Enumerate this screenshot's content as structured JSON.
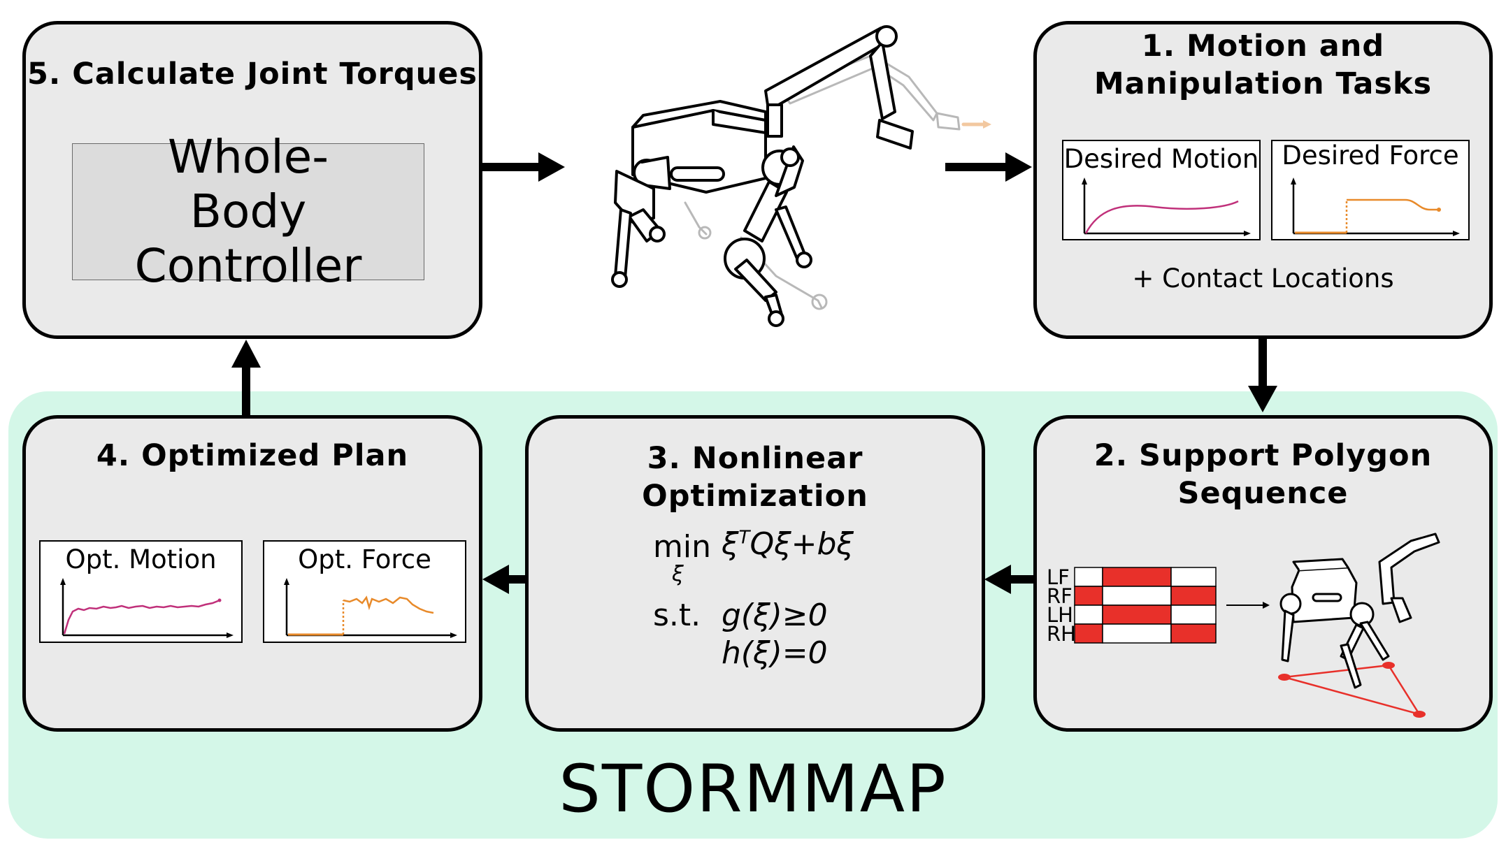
{
  "framework_label": "STORMMAP",
  "steps": {
    "torques": {
      "title": "5. Calculate Joint Torques",
      "controller": "Whole-Body Controller"
    },
    "tasks": {
      "title_line1": "1. Motion and",
      "title_line2": "Manipulation Tasks",
      "motion_plot": "Desired Motion",
      "force_plot": "Desired Force",
      "contacts": "+ Contact Locations"
    },
    "polygon": {
      "title_line1": "2. Support Polygon",
      "title_line2": "Sequence",
      "legs": [
        "LF",
        "RF",
        "LH",
        "RH"
      ]
    },
    "optimization": {
      "title": "3. Nonlinear Optimization",
      "min": "min",
      "sub": "ξ",
      "objective": "ξ",
      "objective_sup": "T",
      "objective_rest": "Qξ+bξ",
      "st": "s.t.",
      "ineq": "g(ξ)≥0",
      "eq": "h(ξ)=0"
    },
    "plan": {
      "title": "4. Optimized Plan",
      "motion_plot": "Opt. Motion",
      "force_plot": "Opt. Force"
    }
  },
  "colors": {
    "region": "#d4f7e8",
    "box": "#eaeaea",
    "motion_curve": "#c0307a",
    "force_curve": "#e88a2a",
    "gait_red": "#e8302a",
    "polygon_red": "#e8302a"
  }
}
